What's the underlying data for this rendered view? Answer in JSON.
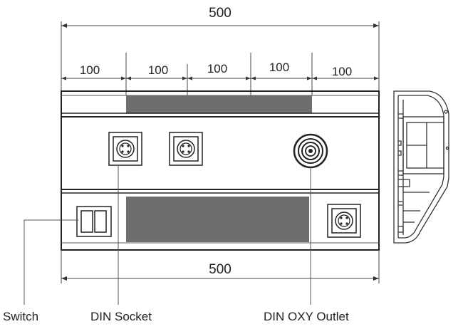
{
  "dimensions": {
    "overall_top": "500",
    "segments": [
      "100",
      "100",
      "100",
      "100",
      "100"
    ],
    "overall_bottom": "500"
  },
  "labels": {
    "switch": "Switch",
    "din_socket": "DIN Socket",
    "din_oxy_outlet": "DIN OXY Outlet"
  },
  "colors": {
    "line": "#333333",
    "panel_fill": "#6e6e6e",
    "background": "#ffffff"
  }
}
